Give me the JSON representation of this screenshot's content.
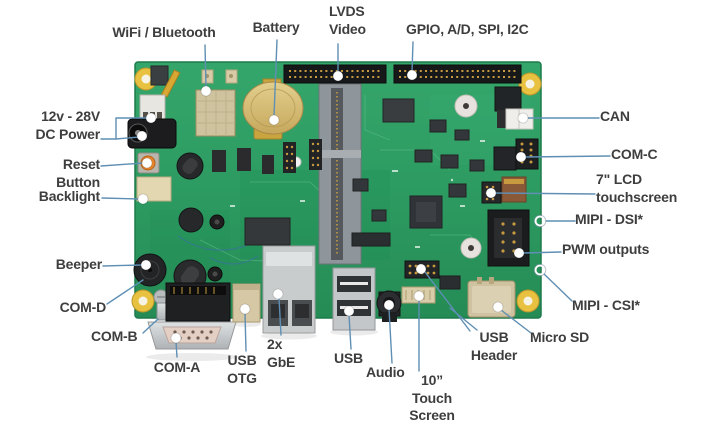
{
  "colors": {
    "pcb": "#2f9e64",
    "pcb_edge": "#1e7a4c",
    "leader": "#5f8fb4",
    "label_text": "#3e3e3e",
    "callout_dot": "#ffffff",
    "background": "#ffffff"
  },
  "labels": {
    "wifi_bluetooth": "WiFi / Bluetooth",
    "battery": "Battery",
    "lvds_video": "LVDS\nVideo",
    "gpio": "GPIO, A/D, SPI, I2C",
    "dc_power": "12v - 28V\nDC Power",
    "reset_button": "Reset\nButton",
    "backlight": "Backlight",
    "beeper": "Beeper",
    "com_d": "COM-D",
    "com_b": "COM-B",
    "com_a": "COM-A",
    "usb_otg": "USB\nOTG",
    "gbe": "2x\nGbE",
    "usb": "USB",
    "audio": "Audio",
    "touch_screen": "10”\nTouch\nScreen",
    "usb_header": "USB\nHeader",
    "micro_sd": "Micro SD",
    "can": "CAN",
    "com_c": "COM-C",
    "lcd_touchscreen": "7\" LCD\ntouchscreen",
    "mipi_dsi": "MIPI - DSI*",
    "pwm_outputs": "PWM outputs",
    "mipi_csi": "MIPI - CSI*"
  }
}
